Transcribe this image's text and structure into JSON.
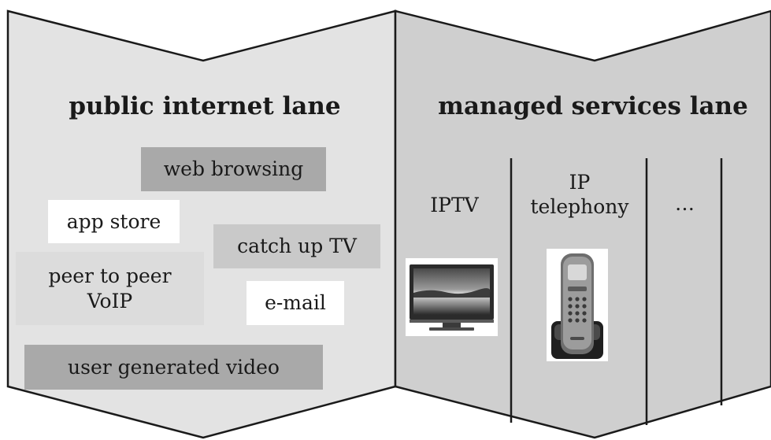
{
  "lanes": {
    "public": {
      "title": "public internet lane",
      "items": [
        {
          "label": "web browsing"
        },
        {
          "label": "app store"
        },
        {
          "label": "catch up TV"
        },
        {
          "label": "peer to peer\nVoIP"
        },
        {
          "label": "e-mail"
        },
        {
          "label": "user generated video"
        }
      ]
    },
    "managed": {
      "title": "managed services lane",
      "services": [
        {
          "label": "IPTV",
          "icon": "television-icon"
        },
        {
          "label": "IP\ntelephony",
          "icon": "cordless-phone-icon"
        },
        {
          "label": "…"
        }
      ]
    }
  },
  "colors": {
    "left_panel": "#e3e3e3",
    "right_panel": "#cfcfcf",
    "outline": "#1a1a1a"
  }
}
